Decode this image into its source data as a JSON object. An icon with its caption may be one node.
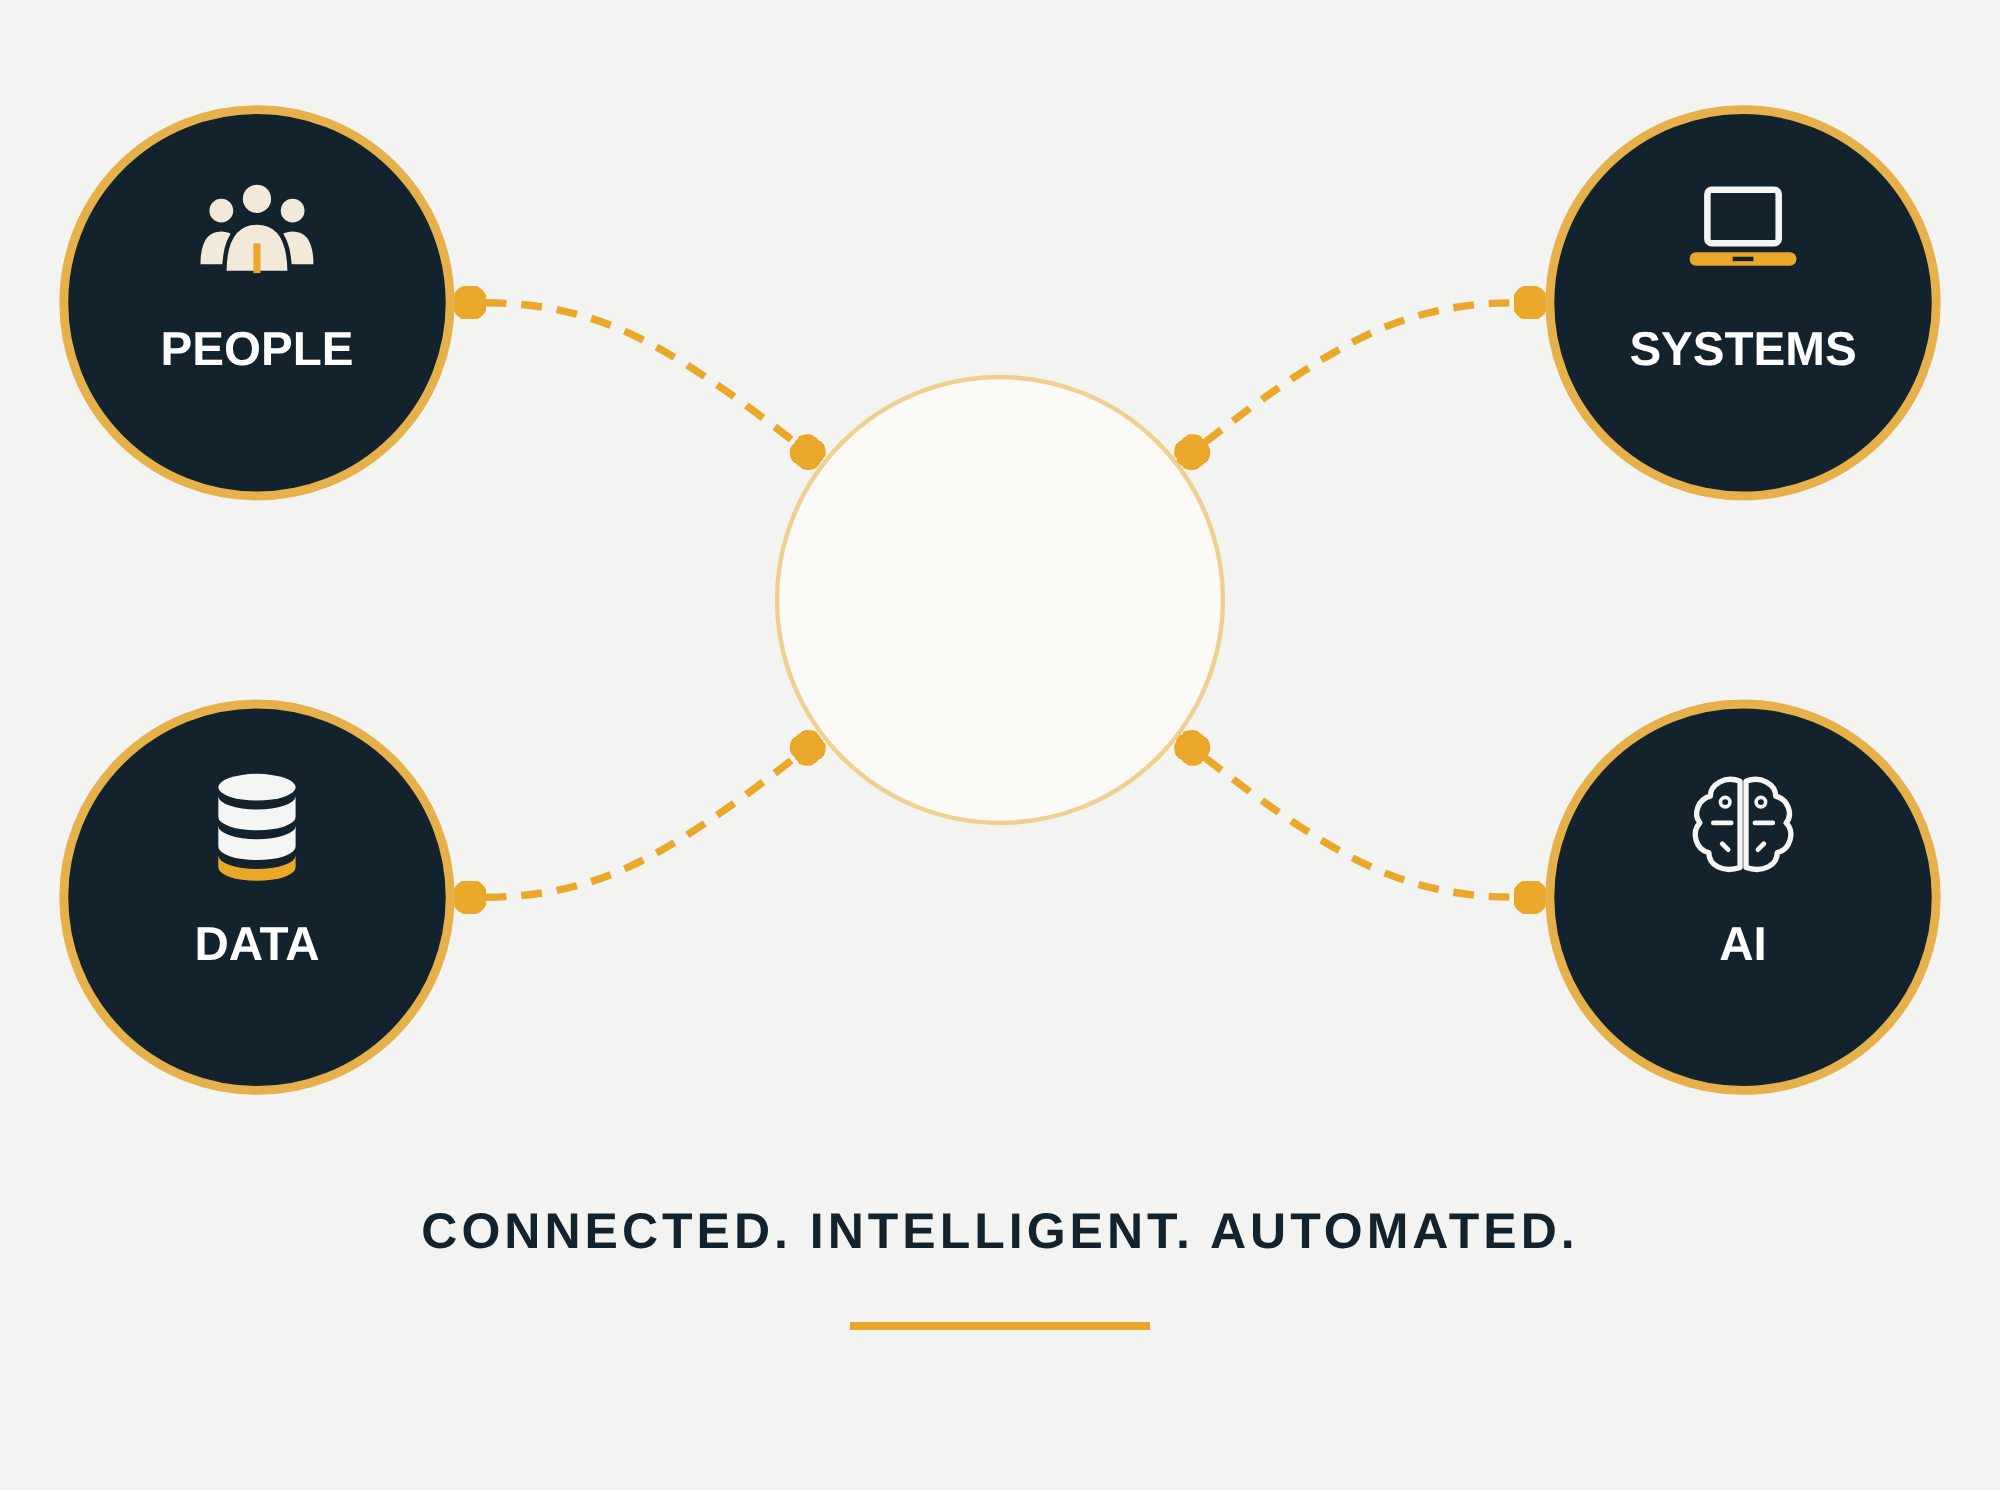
{
  "diagram": {
    "nodes": [
      {
        "text": [
          "PEOPLE"
        ]
      },
      {
        "text": [
          "DATA"
        ]
      },
      {
        "text": [],
        "shape": "circle"
      },
      {
        "text": [
          "SYSTEMS"
        ]
      },
      {
        "text": [
          "AI"
        ]
      }
    ],
    "edges": [
      {
        "from": 0,
        "to": 2,
        "arrow": "other",
        "style": "dashed"
      },
      {
        "from": 1,
        "to": 2,
        "arrow": "other",
        "style": "dashed"
      },
      {
        "from": 2,
        "to": 3,
        "arrow": "other",
        "style": "dashed"
      },
      {
        "from": 2,
        "to": 4,
        "arrow": "other",
        "style": "dashed"
      }
    ],
    "caption": "CONNECTED. INTELLIGENT. AUTOMATED."
  }
}
